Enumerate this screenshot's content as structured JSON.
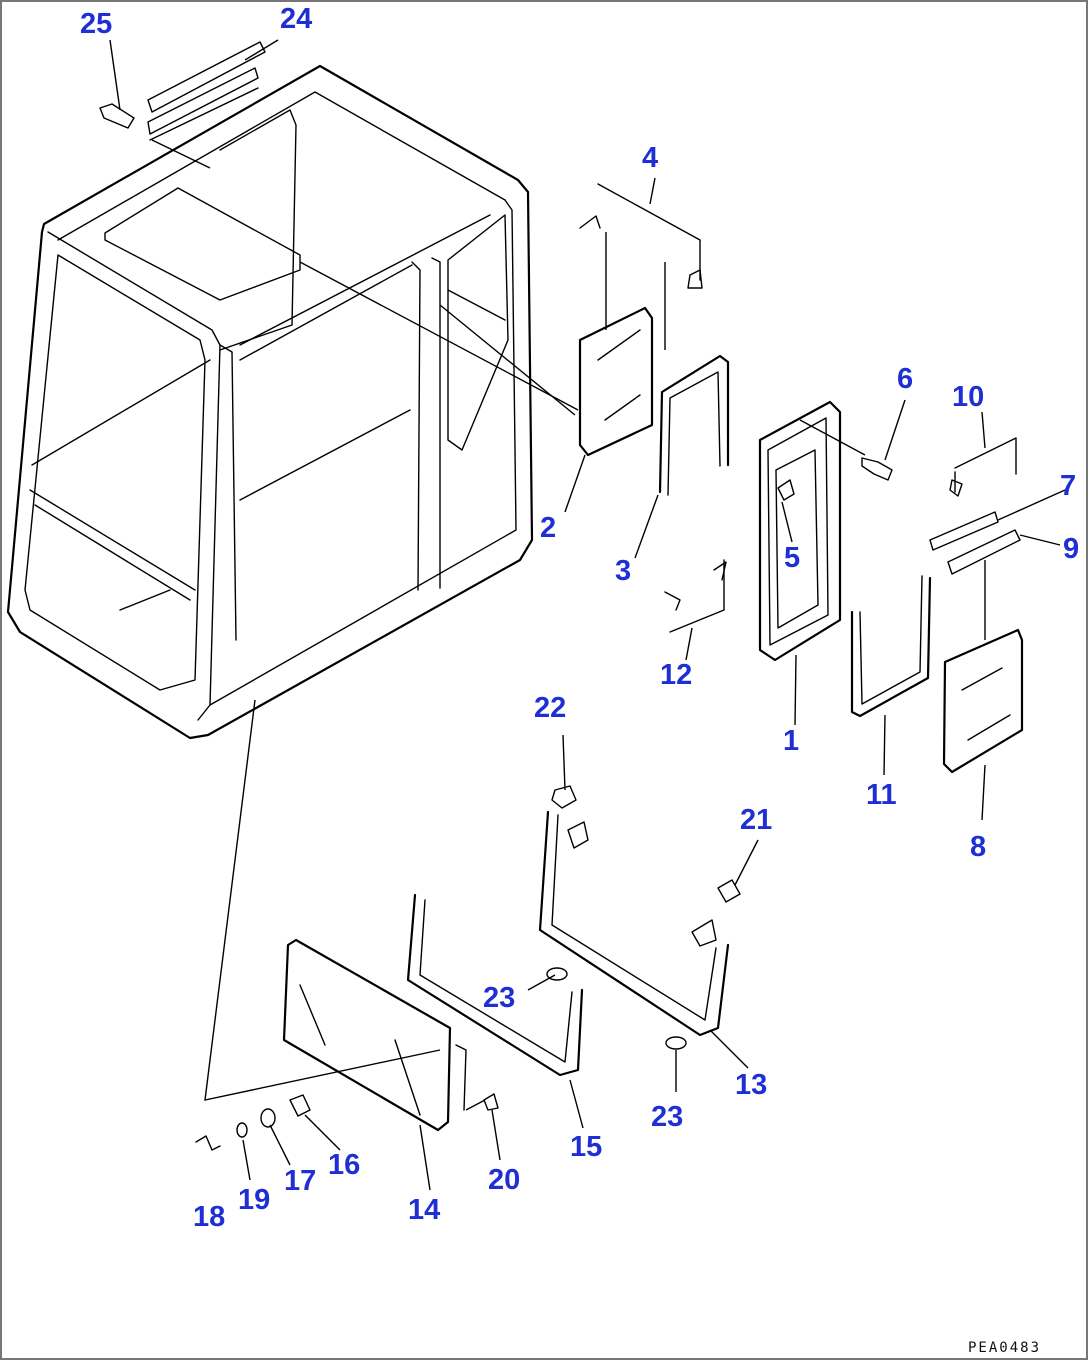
{
  "drawing_code": "PEA0483",
  "labels": {
    "p1": "1",
    "p2": "2",
    "p3": "3",
    "p4": "4",
    "p5": "5",
    "p6": "6",
    "p7": "7",
    "p8": "8",
    "p9": "9",
    "p10": "10",
    "p11": "11",
    "p12": "12",
    "p13": "13",
    "p14": "14",
    "p15": "15",
    "p16": "16",
    "p17": "17",
    "p18": "18",
    "p19": "19",
    "p20": "20",
    "p21": "21",
    "p22": "22",
    "p23a": "23",
    "p23b": "23",
    "p24": "24",
    "p25": "25"
  }
}
